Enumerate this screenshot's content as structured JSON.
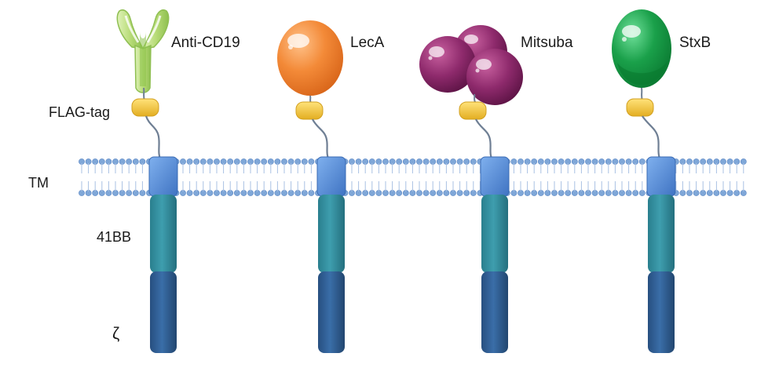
{
  "diagram": {
    "row_labels": {
      "flag_tag": "FLAG-tag",
      "tm": "TM",
      "costim": "41BB",
      "zeta": "ζ"
    },
    "constructs": [
      {
        "id": "anti-cd19",
        "label": "Anti-CD19",
        "binder": "antibody-fragment",
        "color": "#b8dc78"
      },
      {
        "id": "leca",
        "label": "LecA",
        "binder": "single-lectin",
        "color": "#f08a3a"
      },
      {
        "id": "mitsuba",
        "label": "Mitsuba",
        "binder": "trimer-lectin",
        "color": "#8e2a6c"
      },
      {
        "id": "stxb",
        "label": "StxB",
        "binder": "single-lectin",
        "color": "#1aa04a"
      }
    ],
    "colors": {
      "flag_tag": "#f2c84a",
      "transmembrane": "#5b8fd6",
      "costim_domain": "#2f8c9c",
      "zeta_domain": "#2f5f94",
      "membrane_lipid": "#7fa7d8",
      "linker": "#6f7f94"
    }
  }
}
